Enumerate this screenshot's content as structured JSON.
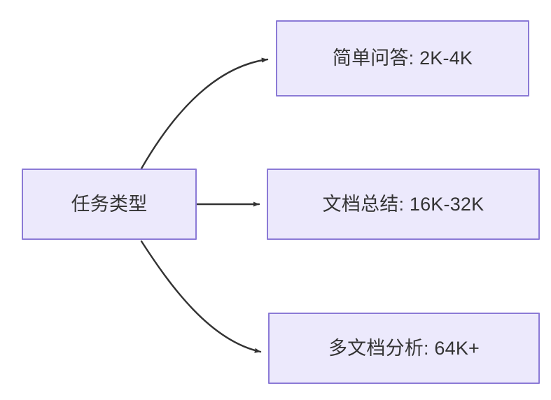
{
  "diagram": {
    "type": "flowchart",
    "direction": "left-to-right",
    "background_color": "#ffffff",
    "node_fill_color": "#ece9fc",
    "node_border_color": "#8b7ad6",
    "text_color": "#333333",
    "edge_color": "#333333",
    "nodes": [
      {
        "id": "root",
        "label": "任务类型"
      },
      {
        "id": "simple-qa",
        "label": "简单问答: 2K-4K"
      },
      {
        "id": "doc-summary",
        "label": "文档总结: 16K-32K"
      },
      {
        "id": "multi-doc",
        "label": "多文档分析: 64K+"
      }
    ],
    "edges": [
      {
        "from": "root",
        "to": "simple-qa",
        "label": "",
        "style": "curved-arrow"
      },
      {
        "from": "root",
        "to": "doc-summary",
        "label": "",
        "style": "straight-arrow"
      },
      {
        "from": "root",
        "to": "multi-doc",
        "label": "",
        "style": "curved-arrow"
      }
    ]
  }
}
